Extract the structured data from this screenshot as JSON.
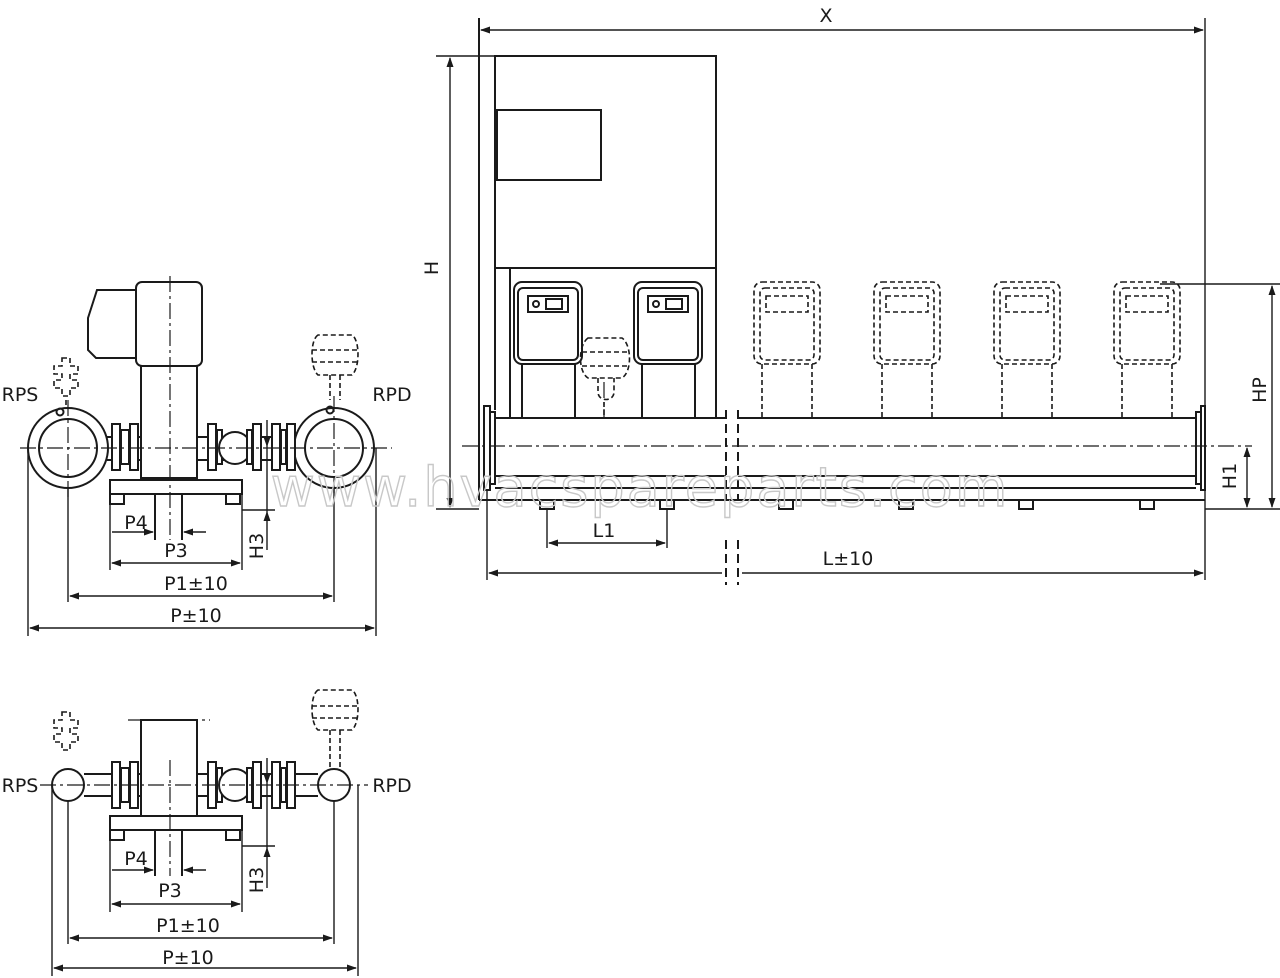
{
  "labels": {
    "x": "X",
    "h": "H",
    "hp": "HP",
    "h1": "H1",
    "h3": "H3",
    "l1": "L1",
    "l": "L±10",
    "rps": "RPS",
    "rpd": "RPD",
    "p": "P±10",
    "p1": "P1±10",
    "p3": "P3",
    "p4": "P4"
  },
  "watermark": "www.hvacspareparts.com"
}
